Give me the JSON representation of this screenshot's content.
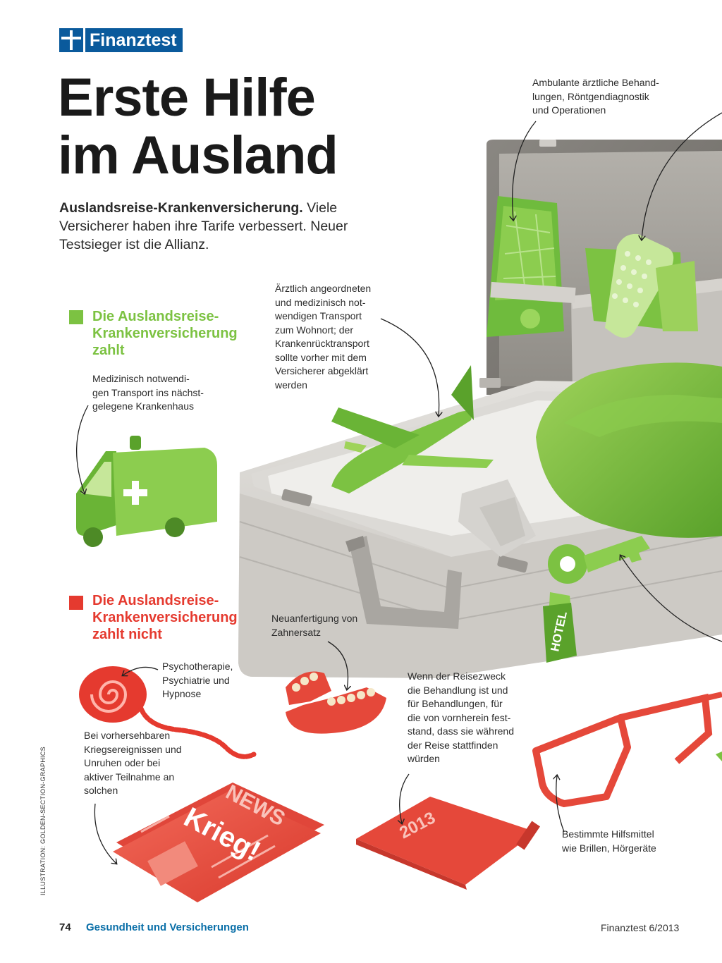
{
  "brand": {
    "name": "Finanztest"
  },
  "header": {
    "title_line1": "Erste Hilfe",
    "title_line2": "im Ausland"
  },
  "lead": {
    "bold": "Auslandsreise-Krankenversicherung.",
    "text": " Viele Versicherer haben ihre Tarife verbessert. Neuer Testsieger ist die Allianz."
  },
  "covered": {
    "heading_line1": "Die Auslandsreise-",
    "heading_line2": "Krankenversicherung",
    "heading_line3": "zahlt",
    "color": "#7cc242",
    "items": [
      {
        "lines": [
          "Medizinisch notwendi-",
          "gen Transport ins nächst-",
          "gelegene Krankenhaus"
        ]
      },
      {
        "lines": [
          "Ärztlich angeordneten",
          "und medizinisch not-",
          "wendigen Transport",
          "zum Wohnort; der",
          "Krankenrücktransport",
          "sollte vorher mit dem",
          "Versicherer abgeklärt",
          "werden"
        ]
      },
      {
        "lines": [
          "Ambulante ärztliche Behand-",
          "lungen, Röntgendiagnostik",
          "und Operationen"
        ]
      }
    ]
  },
  "not_covered": {
    "heading_line1": "Die Auslandsreise-",
    "heading_line2": "Krankenversicherung",
    "heading_line3": "zahlt nicht",
    "color": "#e53a2f",
    "items": [
      {
        "lines": [
          "Neuanfertigung von",
          "Zahnersatz"
        ]
      },
      {
        "lines": [
          "Psychotherapie,",
          "Psychiatrie und",
          "Hypnose"
        ]
      },
      {
        "lines": [
          "Wenn der Reisezweck",
          "die Behandlung ist und",
          "für Behandlungen, für",
          "die von vornherein fest-",
          "stand, dass sie während",
          "der Reise stattfinden",
          "würden"
        ]
      },
      {
        "lines": [
          "Bei vorhersehbaren",
          "Kriegsereignissen und",
          "Unruhen oder bei",
          "aktiver Teilnahme an",
          "solchen"
        ]
      },
      {
        "lines": [
          "Bestimmte Hilfsmittel",
          "wie Brillen, Hörgeräte"
        ]
      }
    ]
  },
  "illustration_labels": {
    "hotel_tag": "HOTEL",
    "newspaper_top": "NEWS",
    "newspaper_headline": "Krieg!",
    "calendar_year": "2013"
  },
  "credit": "ILLUSTRATION: GOLDEN-SECTION-GRAPHICS",
  "footer": {
    "page": "74",
    "section": "Gesundheit und Versicherungen",
    "issue": "Finanztest 6/2013"
  }
}
